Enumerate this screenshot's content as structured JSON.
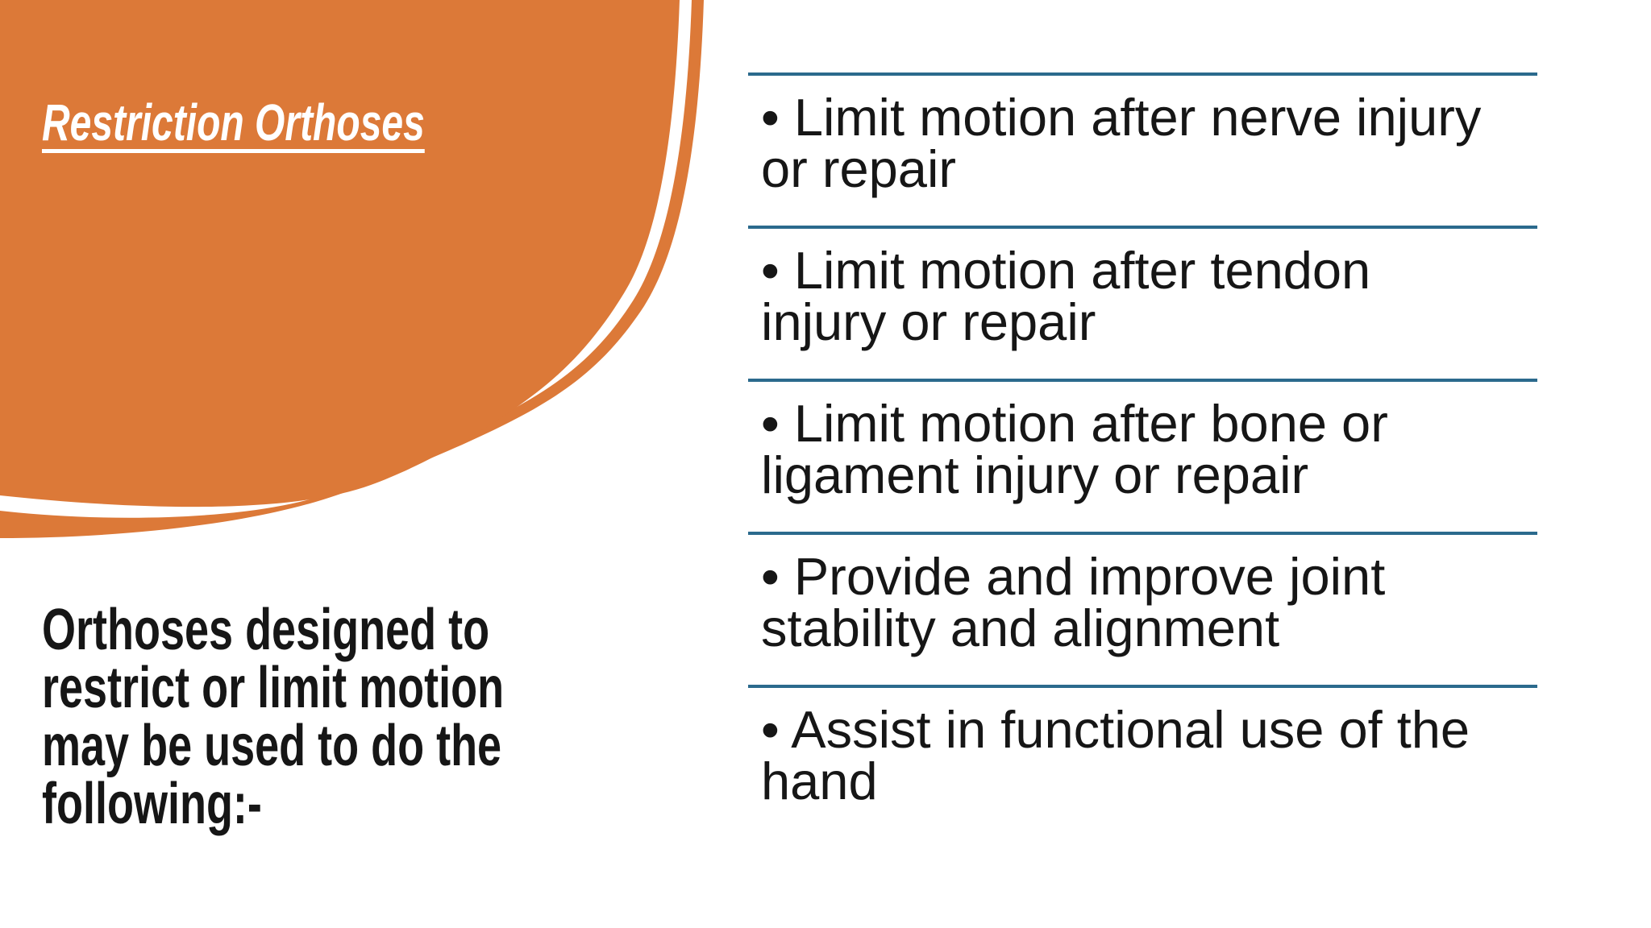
{
  "slide": {
    "title": "Restriction Orthoses",
    "intro_lines": [
      "Orthoses designed to",
      "restrict or limit motion",
      "may be used to do the",
      "following:-"
    ],
    "bullets": [
      {
        "lines": [
          "• Limit motion after nerve injury",
          "or repair"
        ]
      },
      {
        "lines": [
          "• Limit motion after tendon",
          "injury or repair"
        ]
      },
      {
        "lines": [
          "• Limit motion after bone or",
          "ligament injury or repair"
        ]
      },
      {
        "lines": [
          "• Provide and improve joint",
          "stability and alignment"
        ]
      },
      {
        "lines": [
          "• Assist in functional use of the",
          "hand"
        ]
      }
    ],
    "colors": {
      "accent_orange": "#DC7938",
      "divider_teal": "#2B6A8D",
      "body_text": "#161616",
      "title_text": "#FFFFFF"
    }
  }
}
